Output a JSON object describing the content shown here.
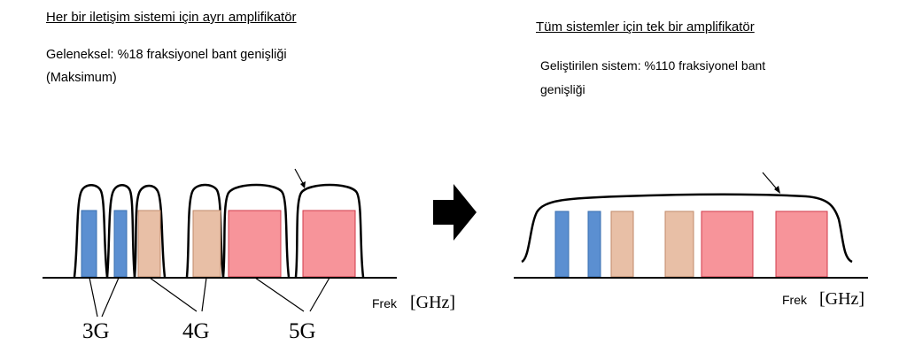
{
  "left": {
    "title": "Her bir iletişim sistemi için ayrı amplifikatör",
    "desc_line1": "Geleneksel: %18 fraksiyonel bant genişliği",
    "desc_line2": "(Maksimum)",
    "freq_label": "Frek",
    "unit_label": "[GHz]",
    "band_labels": [
      "3G",
      "4G",
      "5G"
    ]
  },
  "right": {
    "title": "Tüm sistemler için tek bir amplifikatör",
    "desc_line1": "Geliştirilen sistem: %110 fraksiyonel bant",
    "desc_line2": "genişliği",
    "freq_label": "Frek",
    "unit_label": "[GHz]"
  },
  "colors": {
    "band_3g": "#5b8fd1",
    "band_4g": "#e8bfa6",
    "band_5g": "#f7949a",
    "arrow": "#000000"
  }
}
